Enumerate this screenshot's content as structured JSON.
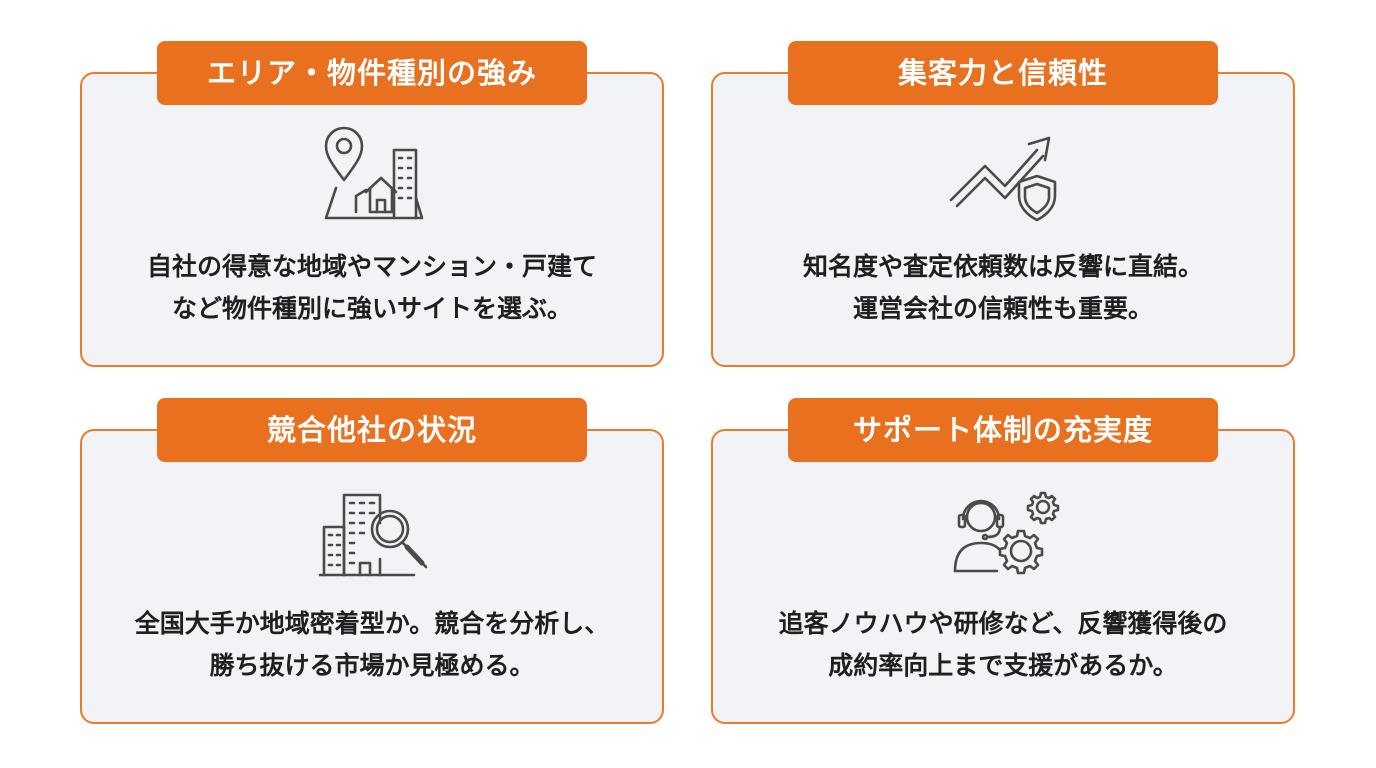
{
  "cards": [
    {
      "title": "エリア・物件種別の強み",
      "icon": "map-pin-buildings-icon",
      "lines": [
        "自社の得意な地域やマンション・戸建て",
        "など物件種別に強いサイトを選ぶ。"
      ]
    },
    {
      "title": "集客力と信頼性",
      "icon": "growth-arrow-shield-icon",
      "lines": [
        "知名度や査定依頼数は反響に直結。",
        "運営会社の信頼性も重要。"
      ]
    },
    {
      "title": "競合他社の状況",
      "icon": "buildings-magnifier-icon",
      "lines": [
        "全国大手か地域密着型か。競合を分析し、",
        "勝ち抜ける市場か見極める。"
      ]
    },
    {
      "title": "サポート体制の充実度",
      "icon": "headset-gears-icon",
      "lines": [
        "追客ノウハウや研修など、反響獲得後の",
        "成約率向上まで支援があるか。"
      ]
    }
  ],
  "colors": {
    "accent": "#E8701F",
    "border": "#EB7A2A",
    "card_bg": "#F1F3F7",
    "text": "#1F1F1F",
    "icon": "#4A4A4A"
  }
}
